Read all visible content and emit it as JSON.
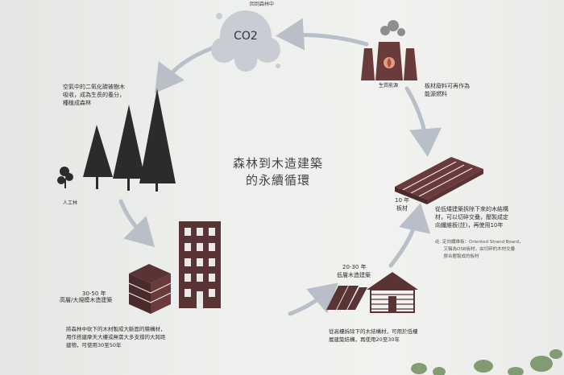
{
  "top_label": "回到森林中",
  "co2_label": "CO2",
  "center_title_line1": "森林到木造建築",
  "center_title_line2": "的永續循環",
  "forest_caption": "空氣中的二氧化碳被樹木\n吸收，成為生長的養分，\n種植成森林",
  "plantation_label": "人工林",
  "highrise_age": "30-50 年",
  "highrise_label": "高層/大規模木造建築",
  "highrise_caption": "將森林中砍下的木材製成大斷面的積構材，\n用作搭建摩天大樓或無需大多支撐的大跨距\n建物，可使用30至50年",
  "house_age": "20-30 年",
  "house_label": "低層木造建築",
  "house_caption": "從高樓拆除下的木結構材，可用於低樓\n層建築結構，再使用20至30年",
  "lumber_age": "10 年",
  "lumber_label": "板材",
  "lumber_caption": "從低矮建築拆除下來的木結構\n材，可以切碎交叠，壓製成定\n向纖維板(註)，再使用10年",
  "note": "註. 定向纖維板：Oriented Strand Board，\n      又稱為OSB板材，由切碎的木材交疊\n      膠合壓製成的板材",
  "biomass_label": "生質能源",
  "biomass_caption": "板材廢料可再作為\n能源燃料",
  "colors": {
    "maroon": "#6b3a3a",
    "dark": "#2b2b2b",
    "arrow": "#b9bfc8",
    "cloud": "#c9ccd2"
  }
}
